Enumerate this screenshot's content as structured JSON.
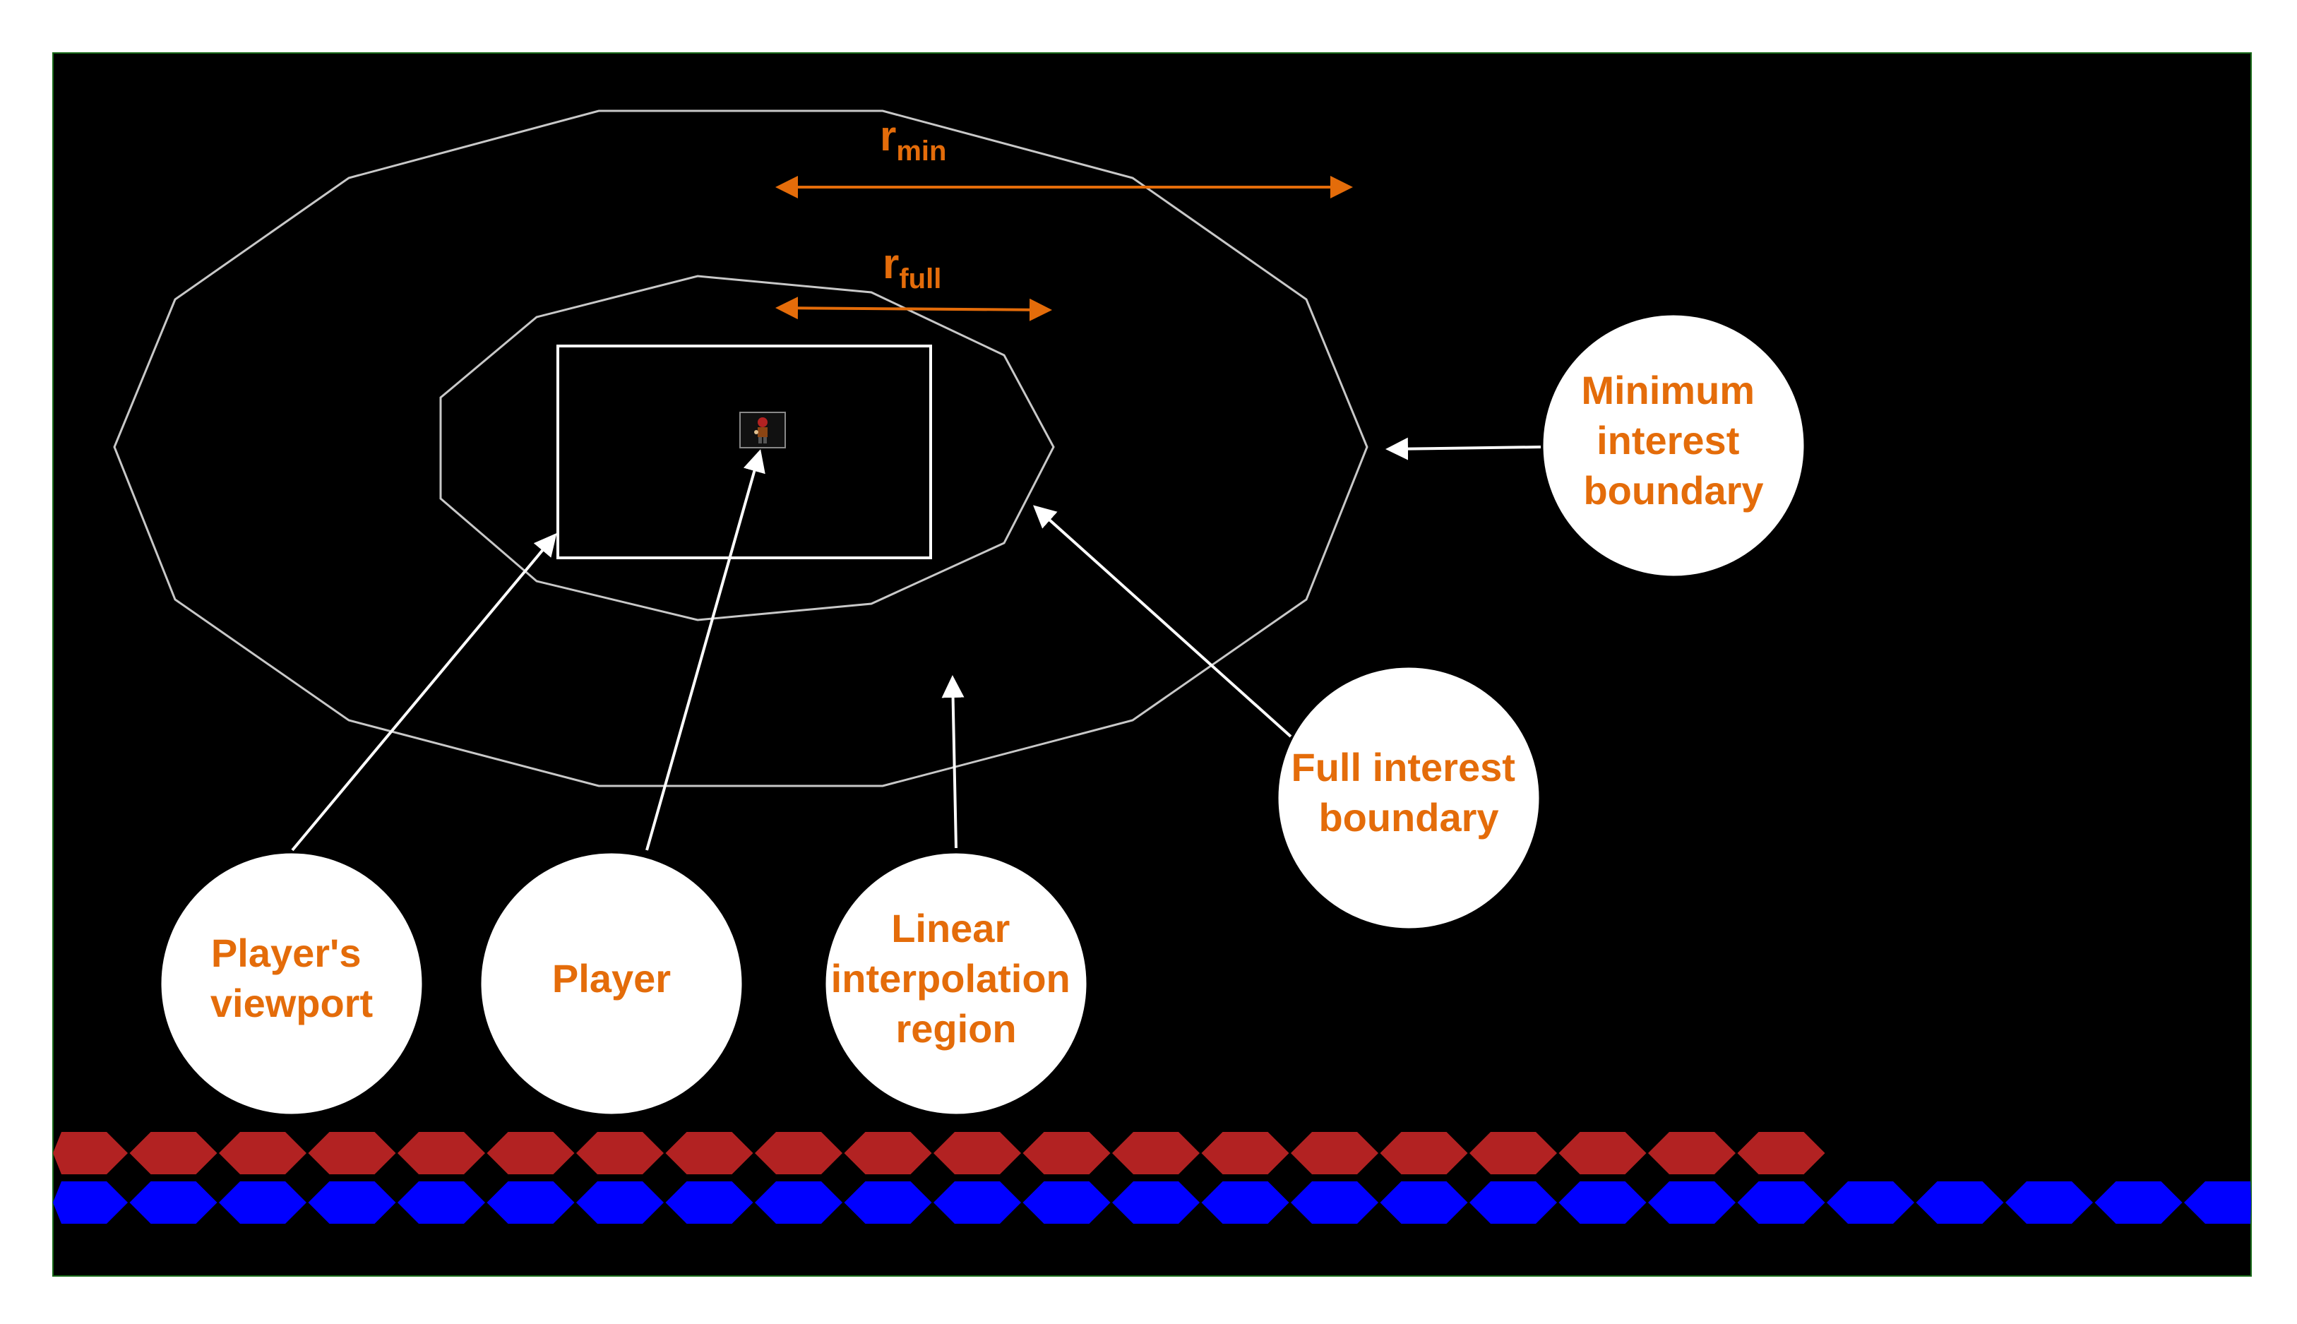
{
  "colors": {
    "canvas": "#000000",
    "boundary_line": "#c8c8c8",
    "viewport_line": "#ffffff",
    "pointer_arrow": "#ffffff",
    "radius_arrow": "#e46c0a",
    "label_text": "#e46c0a",
    "callout_fill": "#ffffff",
    "red_strip": "#b22222",
    "blue_strip": "#0000ff"
  },
  "radius_labels": {
    "r_min": {
      "main": "r",
      "sub": "min"
    },
    "r_full": {
      "main": "r",
      "sub": "full"
    }
  },
  "callouts": {
    "min_boundary": {
      "lines": [
        "Minimum",
        "interest",
        "boundary"
      ]
    },
    "full_boundary": {
      "lines": [
        "Full interest",
        "boundary"
      ]
    },
    "viewport": {
      "lines": [
        "Player's",
        "viewport"
      ]
    },
    "player": {
      "lines": [
        "Player"
      ]
    },
    "interpolation": {
      "lines": [
        "Linear",
        "interpolation",
        "region"
      ]
    }
  },
  "icons": {
    "player": "player-sprite-icon"
  },
  "strips": {
    "red_hexagon_count": 20,
    "blue_hexagon_count": 25
  }
}
